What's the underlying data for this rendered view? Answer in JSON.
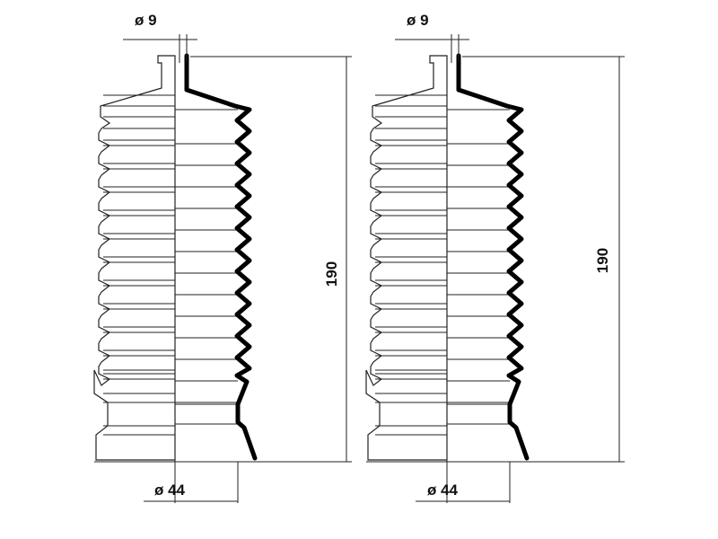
{
  "parts": [
    {
      "top_diameter_label": "ø 9",
      "bottom_diameter_label": "ø 44",
      "length_label": "190"
    },
    {
      "top_diameter_label": "ø 9",
      "bottom_diameter_label": "ø 44",
      "length_label": "190"
    }
  ],
  "colors": {
    "line": "#222222",
    "wall": "#000000",
    "background": "#ffffff"
  }
}
